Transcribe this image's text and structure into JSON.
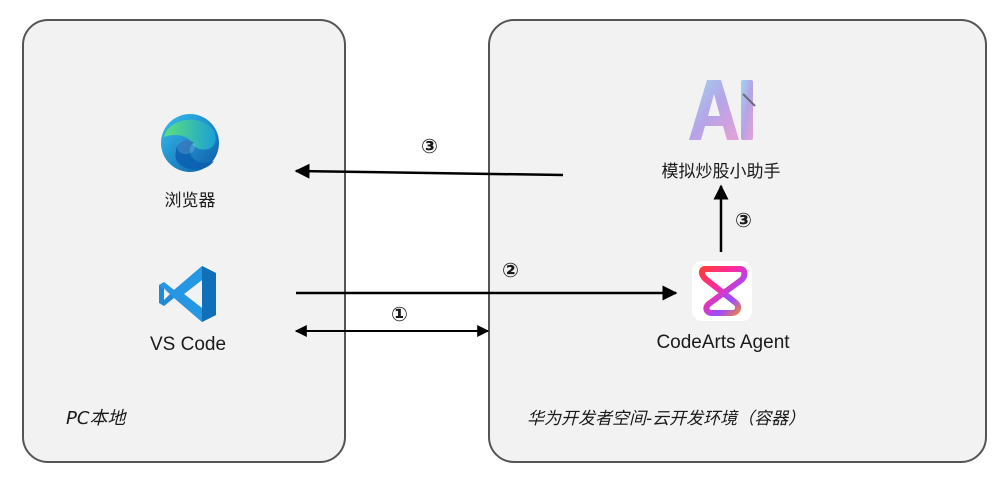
{
  "left_panel": {
    "caption": "PC本地"
  },
  "right_panel": {
    "caption": "华为开发者空间-云开发环境（容器）"
  },
  "nodes": {
    "browser": {
      "label": "浏览器",
      "icon": "edge-browser-icon"
    },
    "vscode": {
      "label": "VS Code",
      "icon": "vscode-icon"
    },
    "assistant": {
      "label": "模拟炒股小助手",
      "icon": "ai-icon"
    },
    "agent": {
      "label": "CodeArts Agent",
      "icon": "codearts-agent-icon"
    }
  },
  "arrows": {
    "vscode_to_agent": {
      "step": "②"
    },
    "vscode_container": {
      "step": "①"
    },
    "agent_to_assistant": {
      "step": "③"
    },
    "assistant_to_browser": {
      "step": "③"
    }
  }
}
